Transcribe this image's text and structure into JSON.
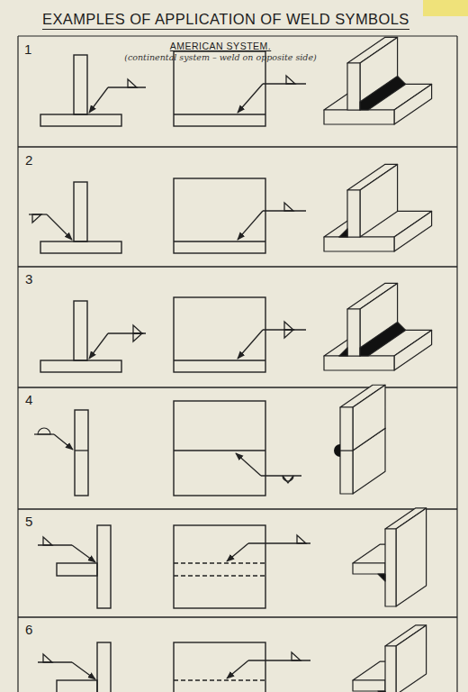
{
  "diagram": {
    "title": "EXAMPLES OF APPLICATION OF WELD SYMBOLS",
    "labels": [
      "AMERICAN SYSTEM.",
      "(continental system – weld on opposite side)",
      "1",
      "2",
      "3",
      "4",
      "5",
      "6"
    ]
  }
}
